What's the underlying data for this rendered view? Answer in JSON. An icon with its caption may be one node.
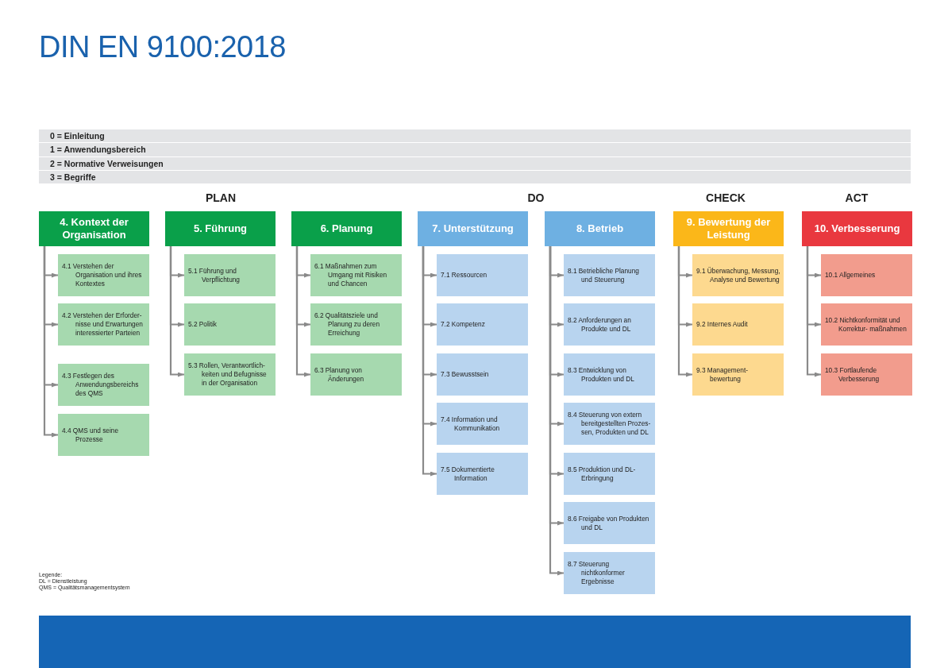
{
  "diagram": {
    "title": "DIN EN 9100:2018",
    "nodes": [
      {
        "text": [
          "0 = Einleitung"
        ]
      },
      {
        "text": [
          "1 = Anwendungsbereich"
        ]
      },
      {
        "text": [
          "2 = Normative Verweisungen"
        ]
      },
      {
        "text": [
          "3 = Begriffe"
        ]
      },
      {
        "text": [
          "4. Kontext der Organisation"
        ]
      },
      {
        "text": [
          "4.1 Verstehen der Organisation und ihres Kontextes"
        ]
      },
      {
        "text": [
          "4.2 Verstehen der Erforder- nisse und Erwartungen interessierter Parteien"
        ]
      },
      {
        "text": [
          "4.3 Festlegen des Anwendungsbereichs des QMS"
        ]
      },
      {
        "text": [
          "4.4 QMS und seine Prozesse"
        ]
      },
      {
        "text": [
          "5. Führung"
        ]
      },
      {
        "text": [
          "5.1 Führung und Verpflichtung"
        ]
      },
      {
        "text": [
          "5.2 Politik"
        ]
      },
      {
        "text": [
          "5.3 Rollen, Verantwortlich- keiten und Befugnisse in der Organisation"
        ]
      },
      {
        "text": [
          "6. Planung"
        ]
      },
      {
        "text": [
          "6.1 Maßnahmen zum Umgang mit Risiken und Chancen"
        ]
      },
      {
        "text": [
          "6.2 Qualitätsziele und Planung zu deren Erreichung"
        ]
      },
      {
        "text": [
          "6.3 Planung von Änderungen"
        ]
      },
      {
        "text": [
          "7. Unterstützung"
        ]
      },
      {
        "text": [
          "7.1 Ressourcen"
        ]
      },
      {
        "text": [
          "7.2 Kompetenz"
        ]
      },
      {
        "text": [
          "7.3 Bewusstsein"
        ]
      },
      {
        "text": [
          "7.4 Information und Kommunikation"
        ]
      },
      {
        "text": [
          "7.5 Dokumentierte Information"
        ]
      },
      {
        "text": [
          "8. Betrieb"
        ]
      },
      {
        "text": [
          "8.1 Betriebliche Planung und Steuerung"
        ]
      },
      {
        "text": [
          "8.2 Anforderungen an Produkte und DL"
        ]
      },
      {
        "text": [
          "8.3 Entwicklung von Produkten und DL"
        ]
      },
      {
        "text": [
          "8.4 Steuerung von extern bereitgestellten Prozes- sen, Produkten und DL"
        ]
      },
      {
        "text": [
          "8.5 Produktion und DL-Erbringung"
        ]
      },
      {
        "text": [
          "8.6 Freigabe von Produkten und DL"
        ]
      },
      {
        "text": [
          "8.7 Steuerung nichtkonformer Ergebnisse"
        ]
      },
      {
        "text": [
          "9. Bewertung der Leistung"
        ]
      },
      {
        "text": [
          "9.1 Überwachung, Messung, Analyse und Bewertung"
        ]
      },
      {
        "text": [
          "9.2 Internes Audit"
        ]
      },
      {
        "text": [
          "9.3 Management- bewertung"
        ]
      },
      {
        "text": [
          "10. Verbesserung"
        ]
      },
      {
        "text": [
          "10.1 Allgemeines"
        ]
      },
      {
        "text": [
          "10.2 Nichtkonformität und Korrektur- maßnahmen"
        ]
      },
      {
        "text": [
          "10.3 Fortlaufende Verbesserung"
        ]
      }
    ],
    "edges": [
      {
        "from": 4,
        "to": 5,
        "arrow": "to"
      },
      {
        "from": 4,
        "to": 6,
        "arrow": "to"
      },
      {
        "from": 4,
        "to": 7,
        "arrow": "to"
      },
      {
        "from": 4,
        "to": 8,
        "arrow": "to"
      },
      {
        "from": 9,
        "to": 10,
        "arrow": "to"
      },
      {
        "from": 9,
        "to": 11,
        "arrow": "to"
      },
      {
        "from": 9,
        "to": 12,
        "arrow": "to"
      },
      {
        "from": 13,
        "to": 14,
        "arrow": "to"
      },
      {
        "from": 13,
        "to": 15,
        "arrow": "to"
      },
      {
        "from": 13,
        "to": 16,
        "arrow": "to"
      },
      {
        "from": 17,
        "to": 18,
        "arrow": "to"
      },
      {
        "from": 17,
        "to": 19,
        "arrow": "to"
      },
      {
        "from": 17,
        "to": 20,
        "arrow": "to"
      },
      {
        "from": 17,
        "to": 21,
        "arrow": "to"
      },
      {
        "from": 17,
        "to": 22,
        "arrow": "to"
      },
      {
        "from": 23,
        "to": 24,
        "arrow": "to"
      },
      {
        "from": 23,
        "to": 25,
        "arrow": "to"
      },
      {
        "from": 23,
        "to": 26,
        "arrow": "to"
      },
      {
        "from": 23,
        "to": 27,
        "arrow": "to"
      },
      {
        "from": 23,
        "to": 28,
        "arrow": "to"
      },
      {
        "from": 23,
        "to": 29,
        "arrow": "to"
      },
      {
        "from": 23,
        "to": 30,
        "arrow": "to"
      },
      {
        "from": 31,
        "to": 32,
        "arrow": "to"
      },
      {
        "from": 31,
        "to": 33,
        "arrow": "to"
      },
      {
        "from": 31,
        "to": 34,
        "arrow": "to"
      },
      {
        "from": 35,
        "to": 36,
        "arrow": "to"
      },
      {
        "from": 35,
        "to": 37,
        "arrow": "to"
      },
      {
        "from": 35,
        "to": 38,
        "arrow": "to"
      }
    ],
    "labels": [
      "PLAN",
      "DO",
      "CHECK",
      "ACT",
      "Legende:",
      "DL = Dienstleistung",
      "QMS = Qualitätsmanagementsystem"
    ]
  }
}
